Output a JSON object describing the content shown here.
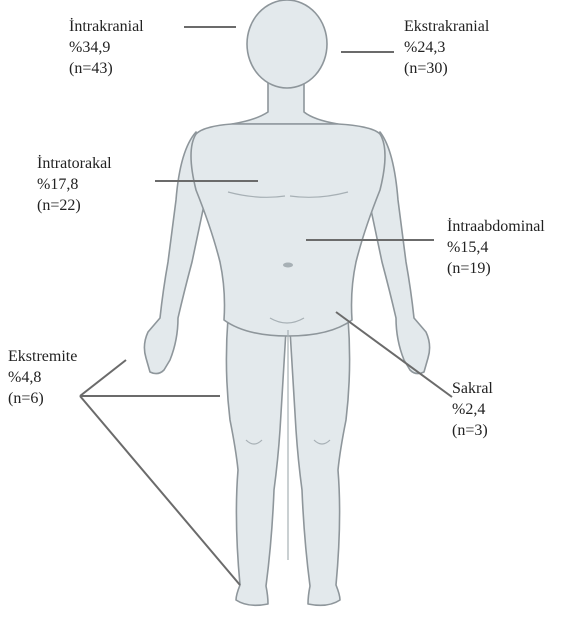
{
  "colors": {
    "body_fill": "#e3e9ec",
    "body_stroke": "#8e969b",
    "leader_line": "#6b6b6b",
    "text": "#222222"
  },
  "labels": {
    "intrakranial": {
      "name": "İntrakranial",
      "percent": "%34,9",
      "count": "(n=43)"
    },
    "ekstrakranial": {
      "name": "Ekstrakranial",
      "percent": "%24,3",
      "count": "(n=30)"
    },
    "intratorakal": {
      "name": "İntratorakal",
      "percent": "%17,8",
      "count": "(n=22)"
    },
    "intraabdominal": {
      "name": "İntraabdominal",
      "percent": "%15,4",
      "count": "(n=19)"
    },
    "ekstremite": {
      "name": "Ekstremite",
      "percent": "%4,8",
      "count": "(n=6)"
    },
    "sakral": {
      "name": "Sakral",
      "percent": "%2,4",
      "count": "(n=3)"
    }
  }
}
